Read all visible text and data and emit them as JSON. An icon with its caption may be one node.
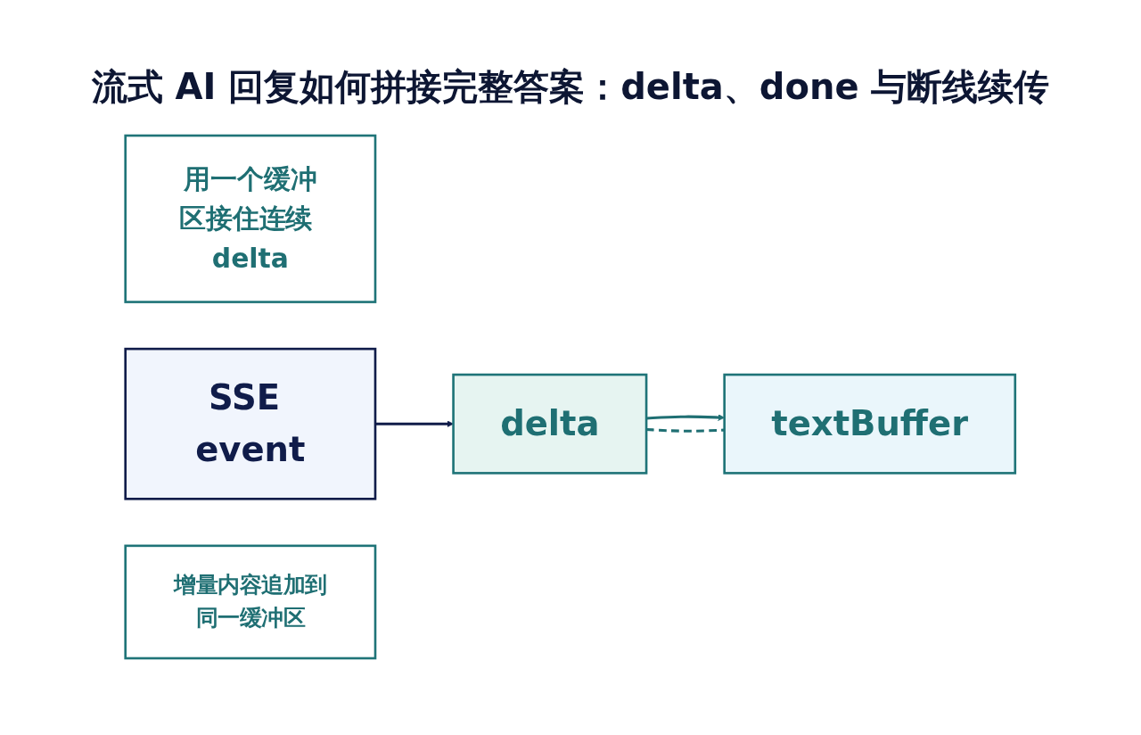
{
  "diagram": {
    "title": "流式 AI 回复如何拼接完整答案：delta、done 与断线续传",
    "nodes": [
      {
        "text": [
          "用一个缓冲区接住连续 delta"
        ]
      },
      {
        "text": [
          "SSE event"
        ]
      },
      {
        "text": [
          "delta"
        ]
      },
      {
        "text": [
          "textBuffer"
        ]
      },
      {
        "text": [
          "增量内容追加到同一缓冲区"
        ]
      }
    ],
    "edges": [
      {
        "from": 1,
        "to": 2,
        "arrow": "to",
        "color": "#101c4a"
      },
      {
        "from": 2,
        "to": 3,
        "arrow": "to",
        "color": "#1f6f73"
      },
      {
        "from": 2,
        "to": 3,
        "arrow": "none",
        "style": "dashed",
        "color": "#1f6f73"
      }
    ]
  }
}
